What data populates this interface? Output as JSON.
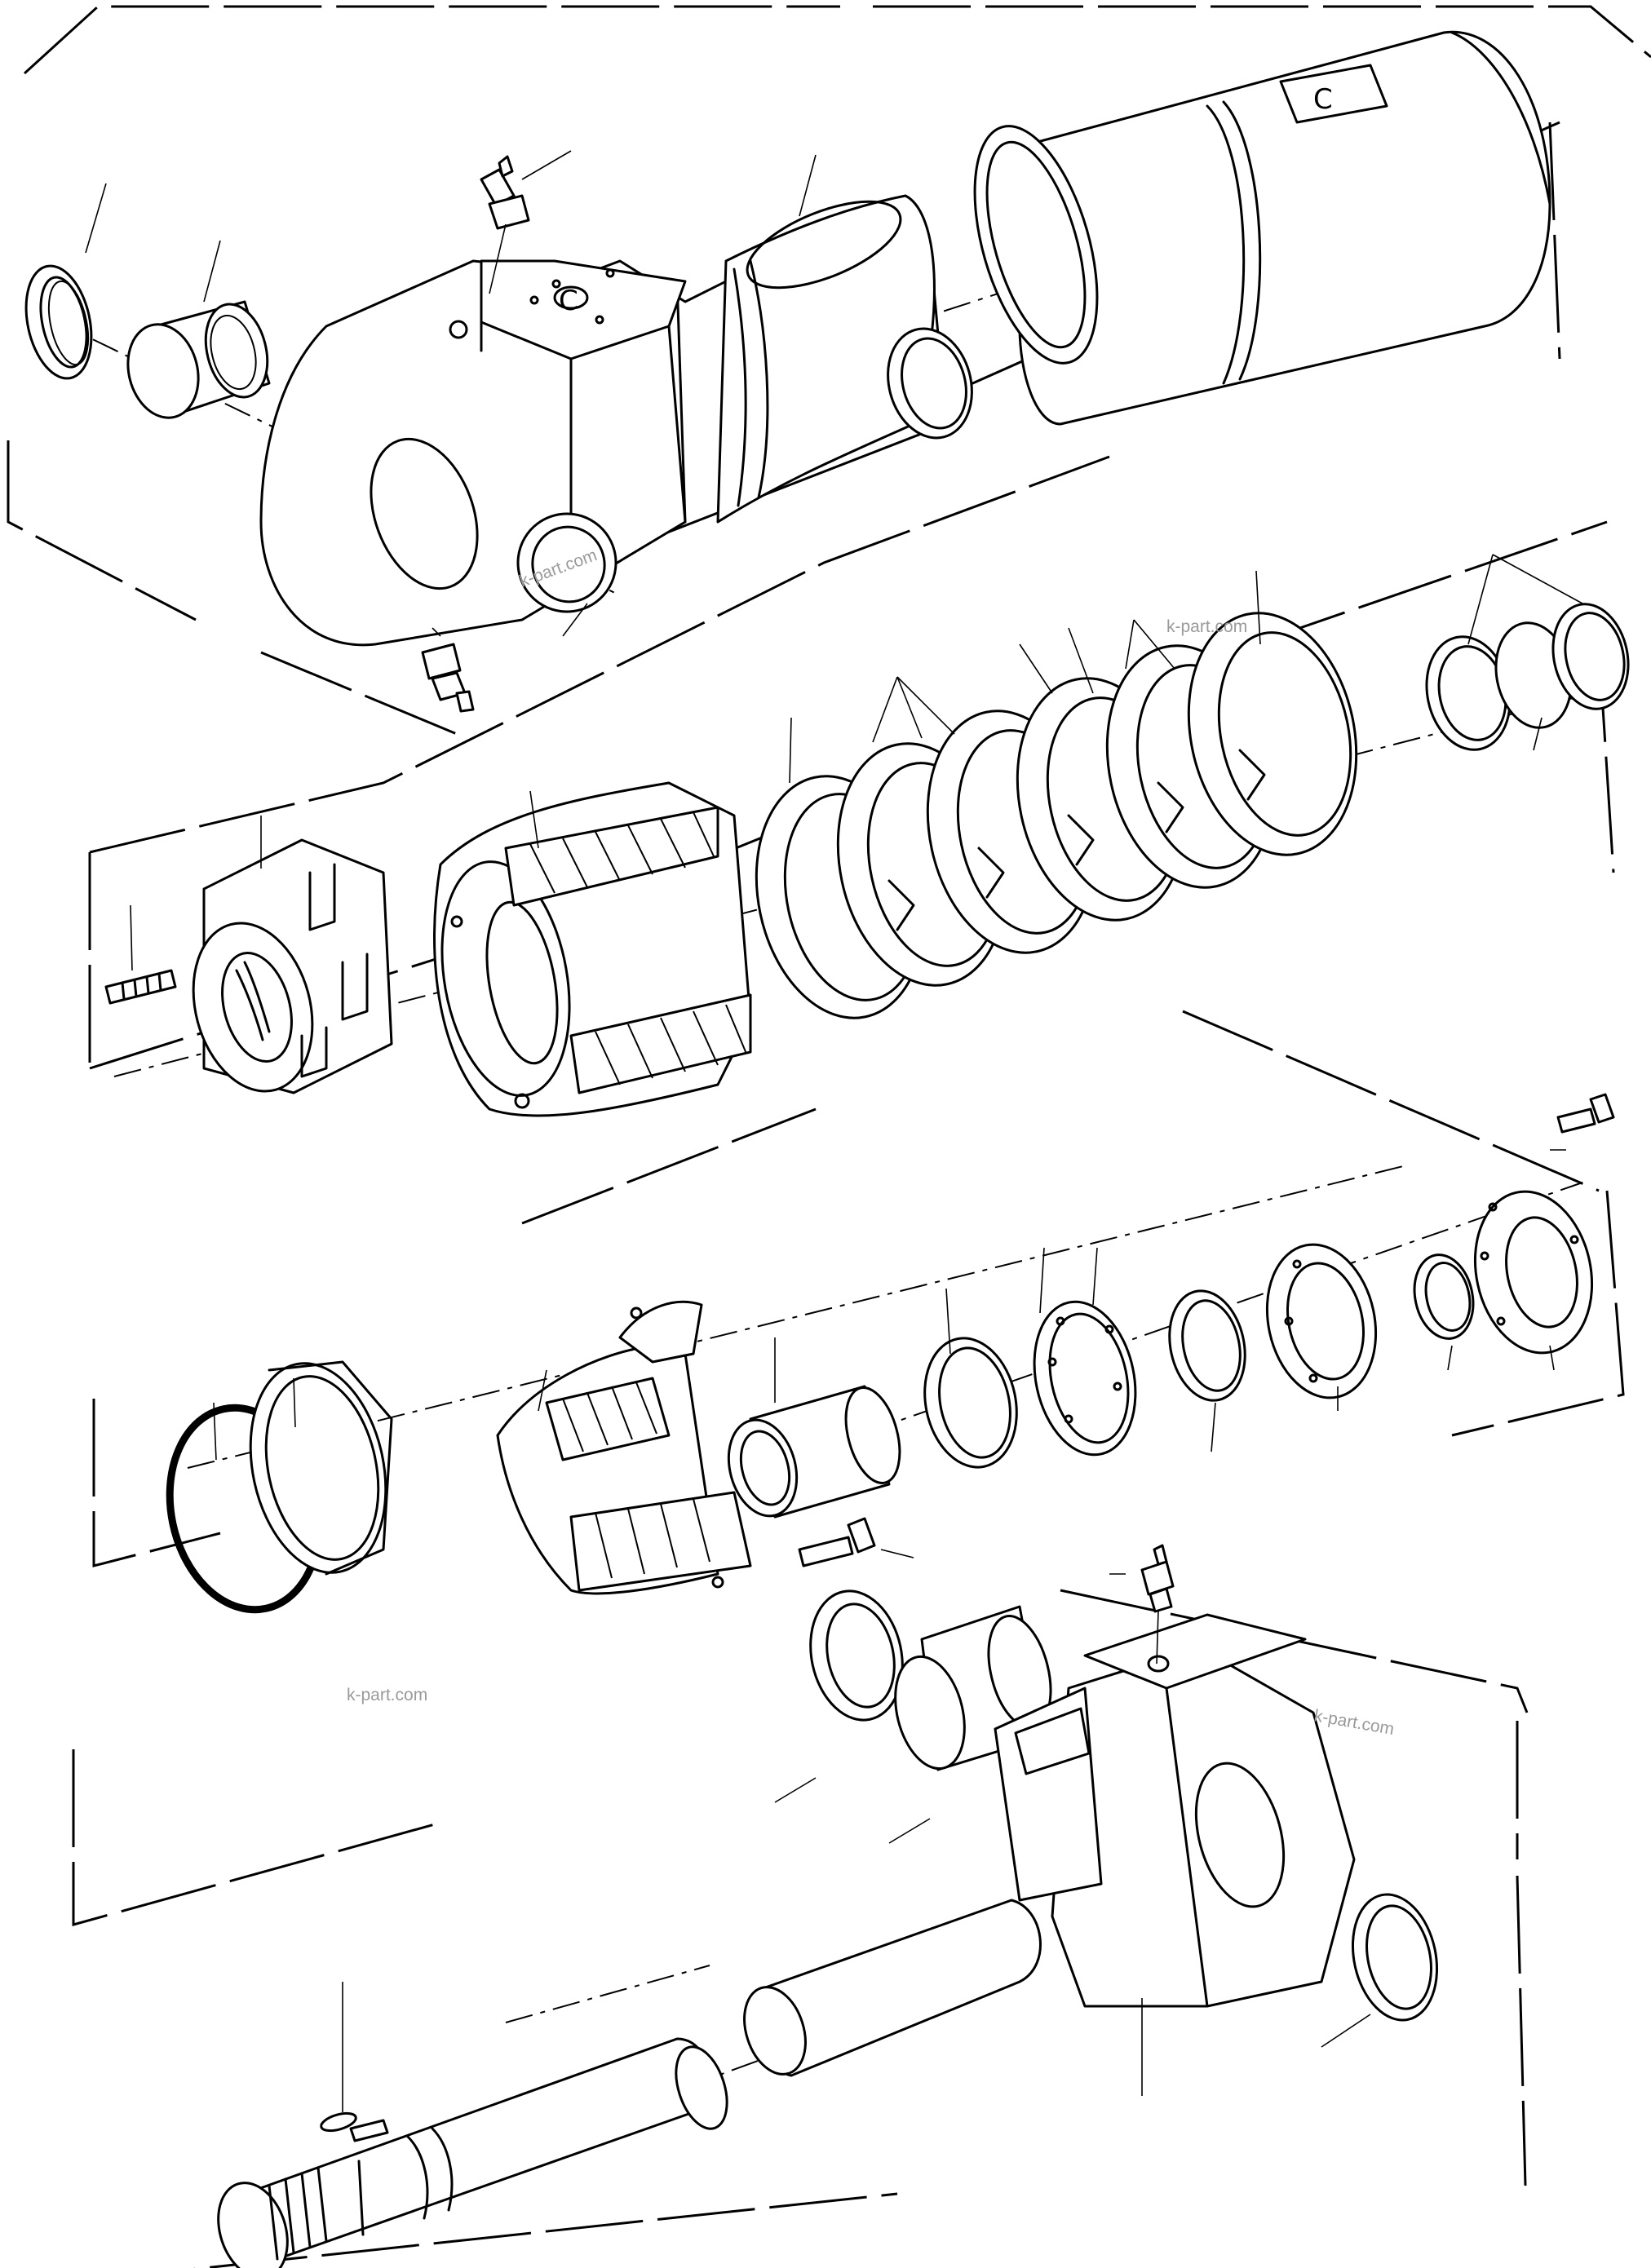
{
  "diagram": {
    "kind": "exploded parts view",
    "watermark_text": "k-part.com",
    "part_stamp": "C",
    "colors": {
      "line": "#000000",
      "background": "#ffffff",
      "watermark": "#9a9a9a"
    }
  }
}
